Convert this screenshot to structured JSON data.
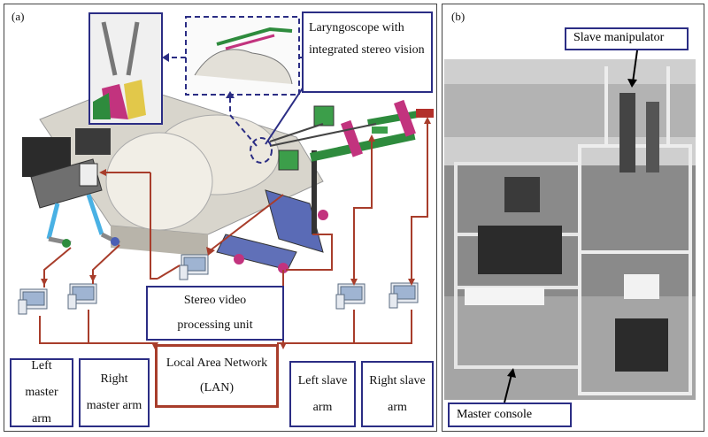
{
  "panel_a": {
    "label": "(a)",
    "laryngoscope_label": "Laryngoscope with integrated stereo vision",
    "stereo_unit_label": "Stereo video processing unit",
    "lan_label": "Local Area Network (LAN)",
    "left_master": "Left master arm",
    "right_master": "Right master arm",
    "left_slave": "Left slave arm",
    "right_slave": "Right slave arm"
  },
  "panel_b": {
    "label": "(b)",
    "slave_manipulator": "Slave manipulator",
    "master_console": "Master console"
  },
  "colors": {
    "border_blue": "#2b2d84",
    "connector_red": "#a83d2b",
    "instrument_green": "#2e8b3d",
    "instrument_magenta": "#c2337e",
    "instrument_blue": "#4a5fb5"
  }
}
